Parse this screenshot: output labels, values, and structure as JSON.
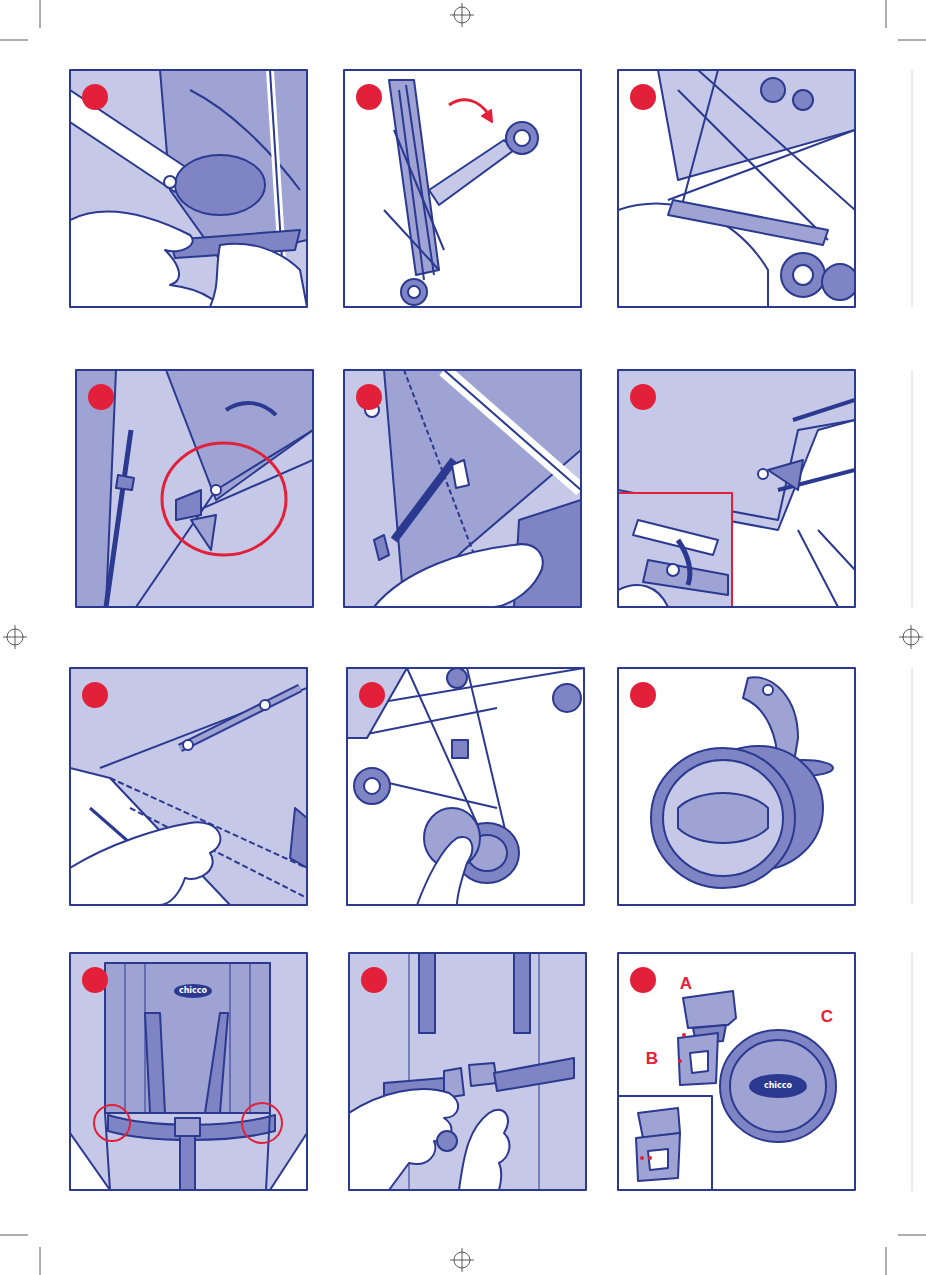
{
  "diagram": {
    "labels": [
      "chicco",
      "A",
      "B",
      "C",
      "chicco"
    ]
  }
}
